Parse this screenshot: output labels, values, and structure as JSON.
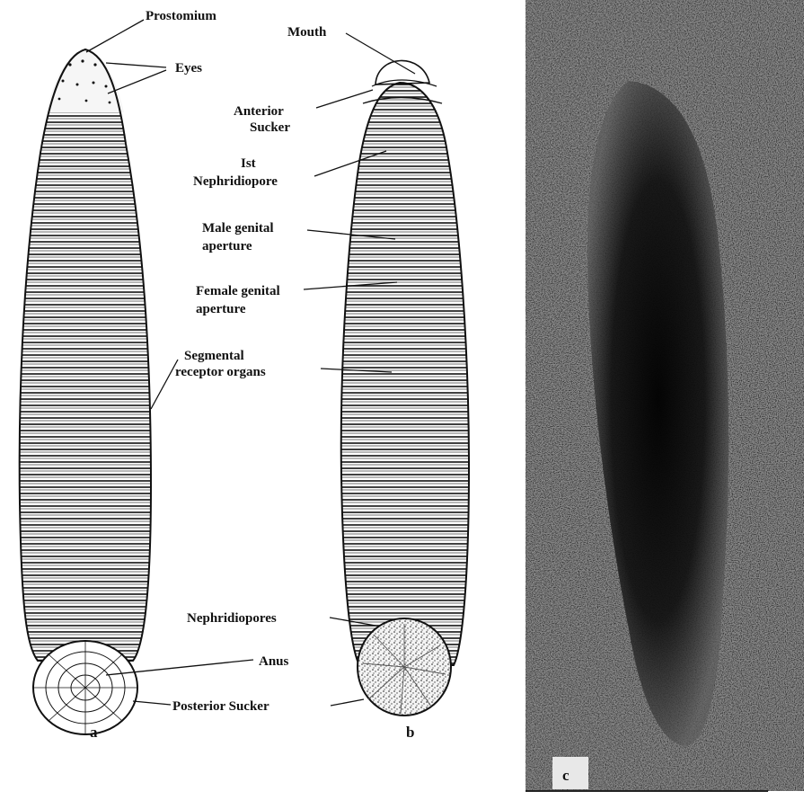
{
  "figure": {
    "panels": [
      {
        "letter": "a",
        "view": "dorsal"
      },
      {
        "letter": "b",
        "view": "ventral"
      },
      {
        "letter": "c",
        "view": "photograph"
      }
    ]
  },
  "labels_a": {
    "prostomium": "Prostomium",
    "eyes": "Eyes",
    "segmental_1": "Segmental",
    "segmental_2": "receptor  organs",
    "anus": "Anus",
    "posterior_sucker": "Posterior  Sucker"
  },
  "labels_b": {
    "mouth": "Mouth",
    "anterior_sucker_1": "Anterior",
    "anterior_sucker_2": "Sucker",
    "nephridiopore_1": "Ist",
    "nephridiopore_2": "Nephridiopore",
    "male_1": "Male genital",
    "male_2": "aperture",
    "female_1": "Female genital",
    "female_2": "aperture",
    "nephridiopores": "Nephridiopores"
  },
  "colors": {
    "ink": "#111111",
    "paper": "#ffffff",
    "photo_dark": "#0a0a0a",
    "photo_mid": "#7a7a7a"
  }
}
